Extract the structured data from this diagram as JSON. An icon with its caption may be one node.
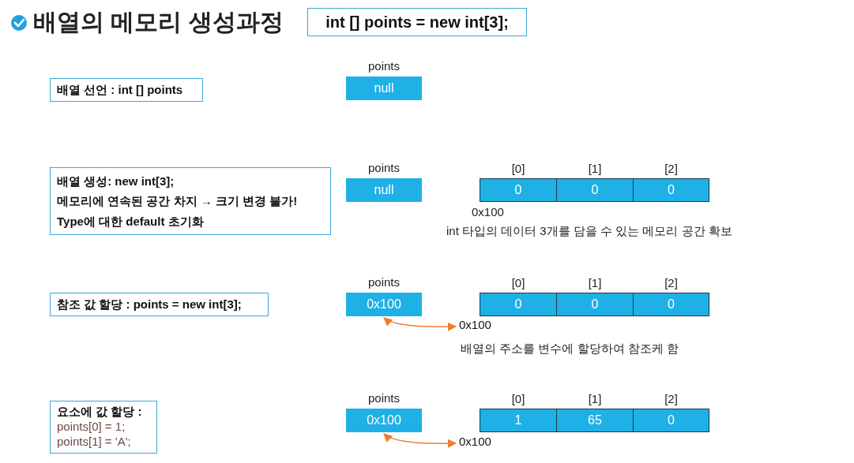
{
  "diagram": {
    "title": "배열의 메모리 생성과정",
    "nodes": [
      {
        "text": [
          "int [] points = new int[3];"
        ]
      },
      {
        "text": [
          "배열 선언 : int [] points"
        ]
      },
      {
        "text": [
          "null"
        ],
        "beside": [
          "points"
        ]
      },
      {
        "text": [
          "배열 생성: new int[3];",
          "메모리에 연속된 공간 차지 → 크기 변경 불가!",
          "Type에 대한 default 초기화"
        ]
      },
      {
        "text": [
          "null"
        ],
        "beside": [
          "points"
        ]
      },
      {
        "text": [
          "0"
        ],
        "beside": [
          "[0]"
        ]
      },
      {
        "text": [
          "0"
        ],
        "beside": [
          "[1]"
        ]
      },
      {
        "text": [
          "0"
        ],
        "beside": [
          "[2]"
        ]
      },
      {
        "text": [
          "참조 값 할당 : points = new int[3];"
        ]
      },
      {
        "text": [
          "0x100"
        ],
        "beside": [
          "points"
        ]
      },
      {
        "text": [
          "0"
        ],
        "beside": [
          "[0]"
        ]
      },
      {
        "text": [
          "0"
        ],
        "beside": [
          "[1]"
        ]
      },
      {
        "text": [
          "0"
        ],
        "beside": [
          "[2]"
        ]
      },
      {
        "text": [
          "0x100"
        ]
      },
      {
        "text": [
          "요소에 값 할당 :",
          "points[0] = 1;",
          "points[1] = 'A';"
        ]
      },
      {
        "text": [
          "0x100"
        ],
        "beside": [
          "points"
        ]
      },
      {
        "text": [
          "1"
        ],
        "beside": [
          "[0]"
        ]
      },
      {
        "text": [
          "65"
        ],
        "beside": [
          "[1]"
        ]
      },
      {
        "text": [
          "0"
        ],
        "beside": [
          "[2]"
        ]
      },
      {
        "text": [
          "0x100"
        ]
      }
    ],
    "edges": [
      {
        "from": 9,
        "to": 13,
        "arrow": "both",
        "color": "#ed7d31"
      },
      {
        "from": 15,
        "to": 19,
        "arrow": "both",
        "color": "#ed7d31"
      }
    ],
    "labels": [
      "0x100",
      "int 타입의 데이터 3개를 담을 수 있는 메모리 공간 확보",
      "배열의 주소를 변수에 할당하여 참조케 함"
    ]
  }
}
